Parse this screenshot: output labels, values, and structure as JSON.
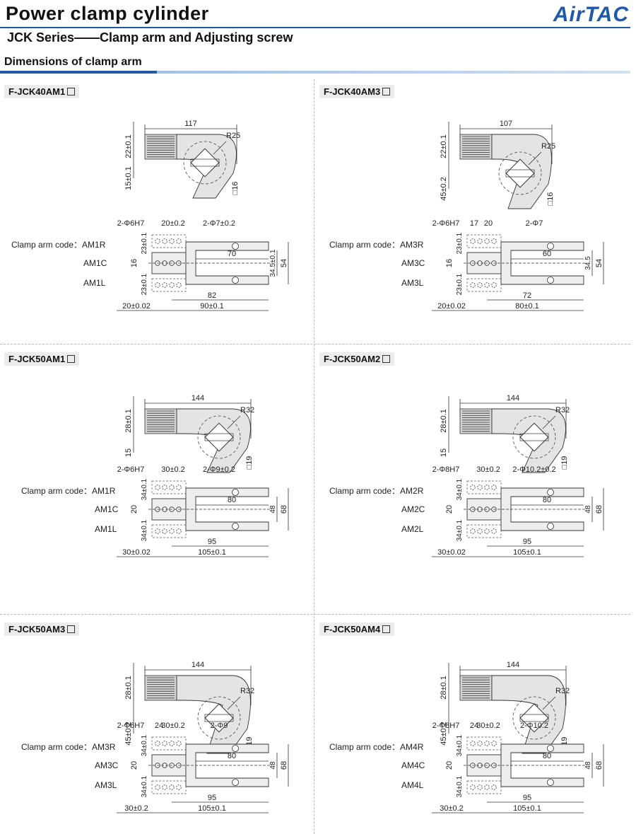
{
  "header": {
    "title": "Power clamp cylinder",
    "subtitle": "JCK Series——Clamp arm and Adjusting screw",
    "logo": "AirTAC"
  },
  "section": {
    "title": "Dimensions of clamp arm"
  },
  "panels": [
    {
      "title": "F-JCK40AM1",
      "code_label": "Clamp arm code：AM1R",
      "variants": [
        "AM1C",
        "AM1L"
      ],
      "dims": {
        "length": "117",
        "radius": "R25",
        "square": "16",
        "h1": "22±0.1",
        "h2": "15±0.1",
        "hole_a": "2-Φ6H7",
        "pitch": "20±0.2",
        "hole_b": "2-Φ7±0.2",
        "side1": "23±0.1",
        "mid": "16",
        "side2": "23±0.1",
        "slot": "70",
        "inner": "34.5±0.1",
        "outer": "54",
        "l1": "82",
        "l2": "90±0.1",
        "base": "20±0.02"
      }
    },
    {
      "title": "F-JCK40AM3",
      "code_label": "Clamp arm code：AM3R",
      "variants": [
        "AM3C",
        "AM3L"
      ],
      "dims": {
        "length": "107",
        "radius": "R25",
        "square": "16",
        "h1": "22±0.1",
        "h2": "45±0.2",
        "hole_a": "2-Φ6H7",
        "pitch_a": "17",
        "pitch": "20",
        "hole_b": "2-Φ7",
        "side1": "23±0.1",
        "mid": "16",
        "side2": "23±0.1",
        "slot": "60",
        "inner": "34.5",
        "outer": "54",
        "l1": "72",
        "l2": "80±0.1",
        "base": "20±0.02"
      }
    },
    {
      "title": "F-JCK50AM1",
      "code_label": "Clamp arm code：AM1R",
      "variants": [
        "AM1C",
        "AM1L"
      ],
      "dims": {
        "length": "144",
        "radius": "R32",
        "square": "19",
        "h1": "28±0.1",
        "h2": "15",
        "hole_a": "2-Φ6H7",
        "pitch": "30±0.2",
        "hole_b": "2-Φ9±0.2",
        "side1": "34±0.1",
        "mid": "20",
        "side2": "34±0.1",
        "slot": "80",
        "inner": "48",
        "outer": "68",
        "l1": "95",
        "l2": "105±0.1",
        "base": "30±0.02"
      }
    },
    {
      "title": "F-JCK50AM2",
      "code_label": "Clamp arm code：AM2R",
      "variants": [
        "AM2C",
        "AM2L"
      ],
      "dims": {
        "length": "144",
        "radius": "R32",
        "square": "19",
        "h1": "28±0.1",
        "h2": "15",
        "hole_a": "2-Φ8H7",
        "pitch": "30±0.2",
        "hole_b": "2-Φ10.2±0.2",
        "side1": "34±0.1",
        "mid": "20",
        "side2": "34±0.1",
        "slot": "80",
        "inner": "48",
        "outer": "68",
        "l1": "95",
        "l2": "105±0.1",
        "base": "30±0.02"
      }
    },
    {
      "title": "F-JCK50AM3",
      "code_label": "Clamp arm code：AM3R",
      "variants": [
        "AM3C",
        "AM3L"
      ],
      "dims": {
        "length": "144",
        "radius": "R32",
        "square": "19",
        "h1": "28±0.1",
        "h2": "45±0.2",
        "hole_a": "2-Φ6H7",
        "pitch_a": "24",
        "pitch": "30±0.2",
        "hole_b": "2-Φ9",
        "side1": "34±0.1",
        "mid": "20",
        "side2": "34±0.1",
        "slot": "80",
        "inner": "48",
        "outer": "68",
        "l1": "95",
        "l2": "105±0.1",
        "base": "30±0.2"
      }
    },
    {
      "title": "F-JCK50AM4",
      "code_label": "Clamp arm code：AM4R",
      "variants": [
        "AM4C",
        "AM4L"
      ],
      "dims": {
        "length": "144",
        "radius": "R32",
        "square": "19",
        "h1": "28±0.1",
        "h2": "45±0.2",
        "hole_a": "2-Φ8H7",
        "pitch_a": "24",
        "pitch": "30±0.2",
        "hole_b": "2-Φ10.2",
        "side1": "34±0.1",
        "mid": "20",
        "side2": "34±0.1",
        "slot": "80",
        "inner": "48",
        "outer": "68",
        "l1": "95",
        "l2": "105±0.1",
        "base": "30±0.2"
      }
    }
  ]
}
